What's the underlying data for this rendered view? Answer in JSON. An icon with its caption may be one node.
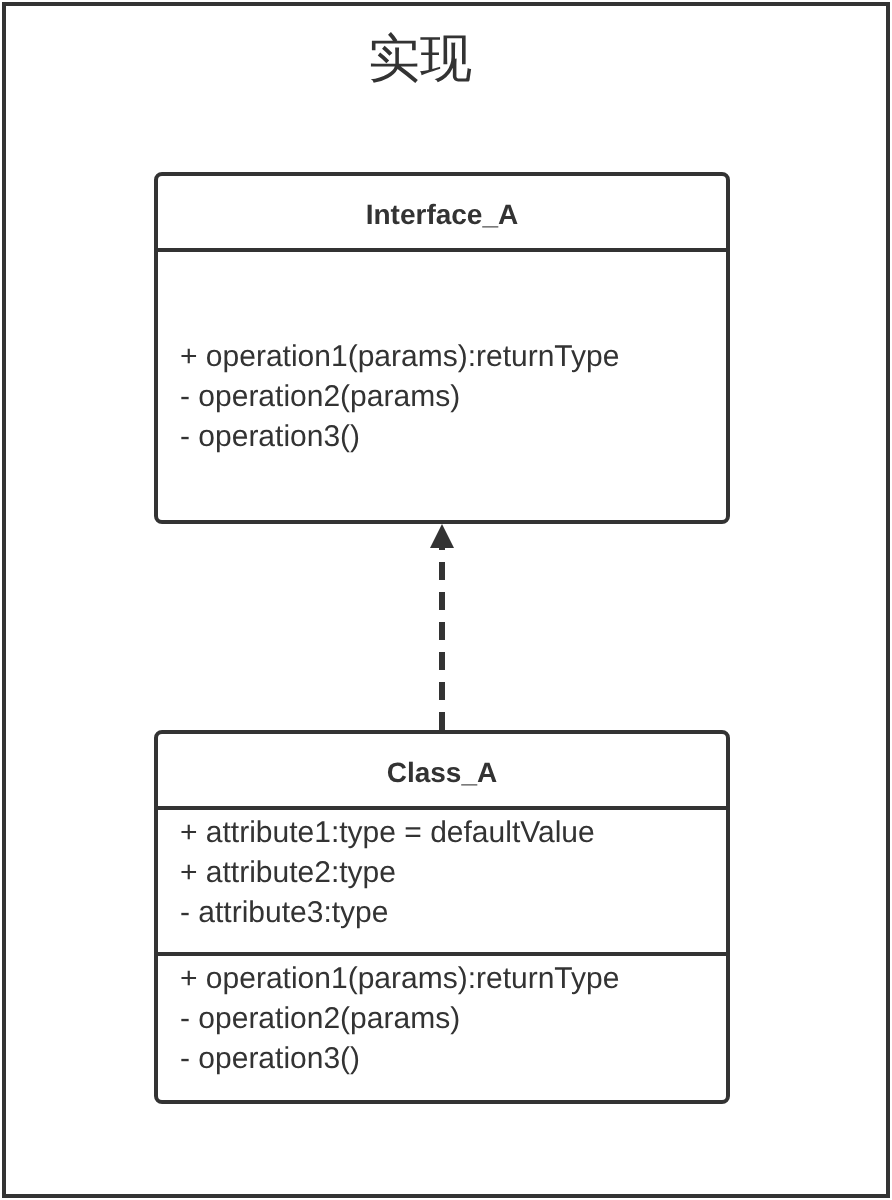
{
  "diagram": {
    "title": "实现",
    "nodes": [
      {
        "text": [
          "Interface_A",
          "+ operation1(params):returnType",
          "- operation2(params)",
          "- operation3()"
        ]
      },
      {
        "text": [
          "Class_A",
          "+ attribute1:type = defaultValue",
          "+ attribute2:type",
          "- attribute3:type",
          "+ operation1(params):returnType",
          "- operation2(params)",
          "- operation3()"
        ]
      }
    ],
    "edges": [
      {
        "from": 1,
        "to": 0,
        "arrow": "to",
        "style": "dashed"
      }
    ]
  }
}
